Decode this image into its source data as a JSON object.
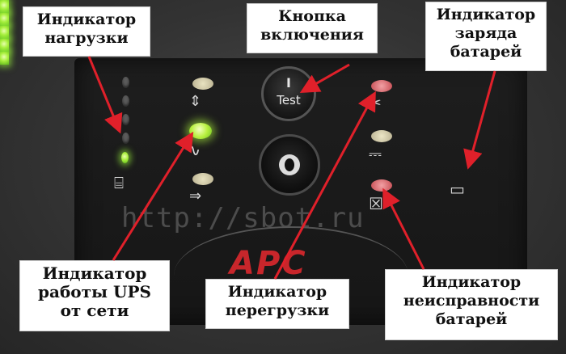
{
  "labels": {
    "load_indicator": "Индикатор нагрузки",
    "power_button": "Кнопка включения",
    "battery_charge": "Индикатор заряда батарей",
    "online_indicator": "Индикатор работы UPS от сети",
    "overload": "Индикатор перегрузки",
    "battery_fault": "Индикатор неисправности батарей"
  },
  "test_button_text": "Test",
  "power_button_symbol": "I",
  "watermark": "http://sbot.ru",
  "brand": "APC",
  "colors": {
    "led_green": "#a8ef3c",
    "led_red": "#d9585c",
    "led_yellow": "#d8d2a8",
    "brand_red": "#c8262b",
    "arrow": "#e0202a"
  }
}
